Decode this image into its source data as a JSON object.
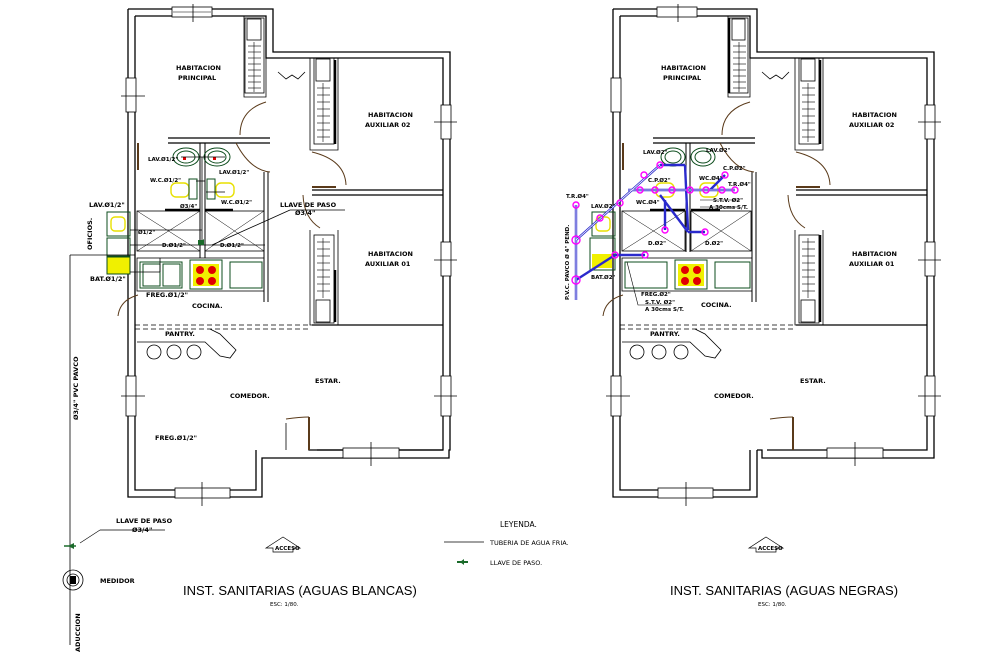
{
  "drawing": {
    "type": "architectural floor plan — sanitary installations",
    "plans": [
      {
        "id": "aguas-blancas",
        "title": "INST. SANITARIAS (AGUAS BLANCAS)",
        "scale": "ESC: 1/80.",
        "access_label": "ACCESO",
        "rooms": {
          "hab_principal_1": "HABITACION",
          "hab_principal_2": "PRINCIPAL",
          "hab_aux02_1": "HABITACION",
          "hab_aux02_2": "AUXILIAR 02",
          "hab_aux01_1": "HABITACION",
          "hab_aux01_2": "AUXILIAR 01",
          "cocina": "COCINA.",
          "pantry": "PANTRY.",
          "comedor": "COMEDOR.",
          "estar": "ESTAR.",
          "oficios": "OFICIOS."
        },
        "fixtures": {
          "lav1": "LAV.Ø1/2\"",
          "lav2": "LAV.Ø1/2\"",
          "wc1": "W.C.Ø1/2\"",
          "wc2": "W.C.Ø1/2\"",
          "d1": "D.Ø1/2\"",
          "d2": "D.Ø1/2\"",
          "ø1_2": "Ø1/2\"",
          "ø3_4": "Ø3/4\"",
          "lav_oficios": "LAV.Ø1/2\"",
          "bat": "BAT.Ø1/2\"",
          "freg_cocina": "FREG.Ø1/2\"",
          "freg_comedor": "FREG.Ø1/2\""
        },
        "llave_paso_interior": {
          "line1": "LLAVE DE PASO",
          "line2": "Ø3/4\""
        },
        "llave_paso_exterior": {
          "line1": "LLAVE DE PASO",
          "line2": "Ø3/4\""
        },
        "supply_line_label": "Ø3/4\" PVC PAVCO",
        "meter_label": "MEDIDOR",
        "aduccion_label": "ADUCCION"
      },
      {
        "id": "aguas-negras",
        "title": "INST. SANITARIAS (AGUAS NEGRAS)",
        "scale": "ESC: 1/80.",
        "access_label": "ACCESO",
        "rooms": {
          "hab_principal_1": "HABITACION",
          "hab_principal_2": "PRINCIPAL",
          "hab_aux02_1": "HABITACION",
          "hab_aux02_2": "AUXILIAR 02",
          "hab_aux01_1": "HABITACION",
          "hab_aux01_2": "AUXILIAR 01",
          "cocina": "COCINA.",
          "pantry": "PANTRY.",
          "comedor": "COMEDOR.",
          "estar": "ESTAR."
        },
        "fixtures": {
          "lav1": "LAV.Ø2\"",
          "lav2": "LAV.Ø2\"",
          "cp1": "C.P.Ø2\"",
          "cp2": "C.P.Ø2\"",
          "wc1": "WC.Ø4\"",
          "wc2": "WC.Ø4\"",
          "tr1": "T.R.Ø4\"",
          "tr2": "T.R.Ø4\"",
          "d1": "D.Ø2\"",
          "d2": "D.Ø2\"",
          "lav_oficios": "LAV.Ø2\"",
          "bat": "BAT.Ø2\"",
          "freg": "FREG.Ø2\""
        },
        "stv1": {
          "line1": "S.T.V. Ø2\"",
          "line2": "A 30cms S/T."
        },
        "stv2": {
          "line1": "S.T.V. Ø2\"",
          "line2": "A 30cms S/T."
        },
        "main_drain_label": "P.V.C. PAVCO Ø 4\" PEND."
      }
    ],
    "legend": {
      "title": "LEYENDA.",
      "items": [
        {
          "symbol": "line",
          "label": "TUBERIA DE AGUA FRIA."
        },
        {
          "symbol": "valve",
          "label": "LLAVE DE PASO."
        }
      ]
    },
    "colors": {
      "walls": "#000000",
      "doors": "#5a3a1a",
      "fixtures": "#0d4d1d",
      "fixture_highlight": "#e8e000",
      "drain_pipe": "#2a2acc",
      "fittings": "#ff00ff",
      "hot_marks": "#e00000",
      "valve": "#1a6a2a"
    }
  }
}
